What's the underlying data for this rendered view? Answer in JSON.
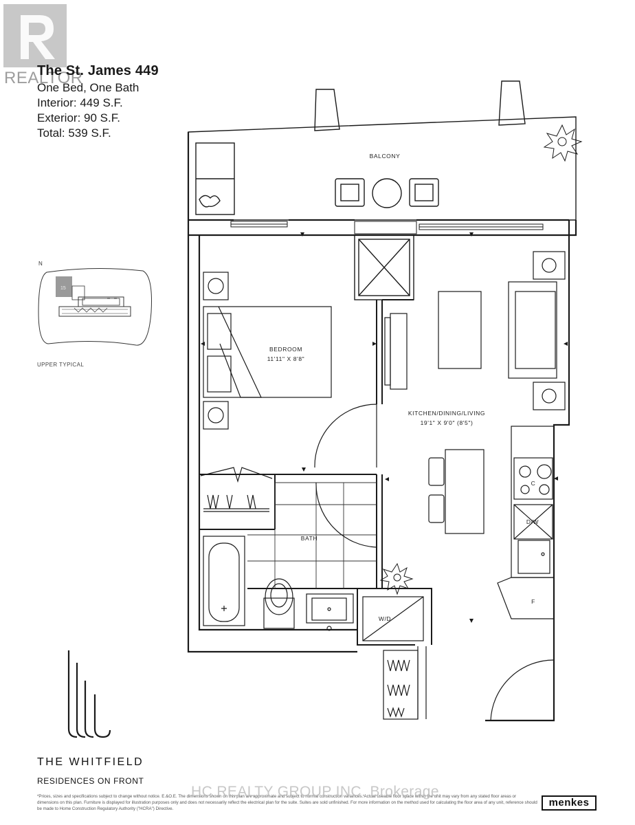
{
  "unit": {
    "title": "The St. James 449",
    "lines": [
      "One Bed, One Bath",
      "Interior: 449 S.F.",
      "Exterior: 90 S.F.",
      "Total: 539 S.F."
    ]
  },
  "watermark_realtor": "REALTOR",
  "rooms": {
    "balcony": "BALCONY",
    "bedroom": "BEDROOM",
    "bedroom_dim": "11'11\" X 8'8\"",
    "kitchen": "KITCHEN/DINING/LIVING",
    "kitchen_dim": "19'1\" X 9'0\" (8'5\")",
    "bath": "BATH",
    "wd": "W/D",
    "c": "C",
    "dw": "D/W",
    "f": "F"
  },
  "keyplan": {
    "caption": "UPPER TYPICAL",
    "unit_marker": "15",
    "north": "N"
  },
  "brand": {
    "name": "THE WHITFIELD",
    "sub": "RESIDENCES ON FRONT",
    "developer": "menkes"
  },
  "disclaimer": "*Prices, sizes and specifications subject to change without notice. E.&O.E. The dimensions shown on this plan are approximate and subject to normal construction variances. Actual useable floor space within the unit may vary from any stated floor areas or dimensions on this plan. Furniture is displayed for illustration purposes only and does not necessarily reflect the electrical plan for the suite. Suites are sold unfinished. For more information on the method used for calculating the floor area of any unit, reference should be made to Home Construction Regulatory Authority (\"HCRA\") Directive.",
  "brokerage_watermark": "HC REALTY GROUP INC. Brokerage",
  "colors": {
    "ink": "#1a1a1a",
    "watermark": "#b5b5b5",
    "keyplan_unit": "#9a9a9a"
  }
}
